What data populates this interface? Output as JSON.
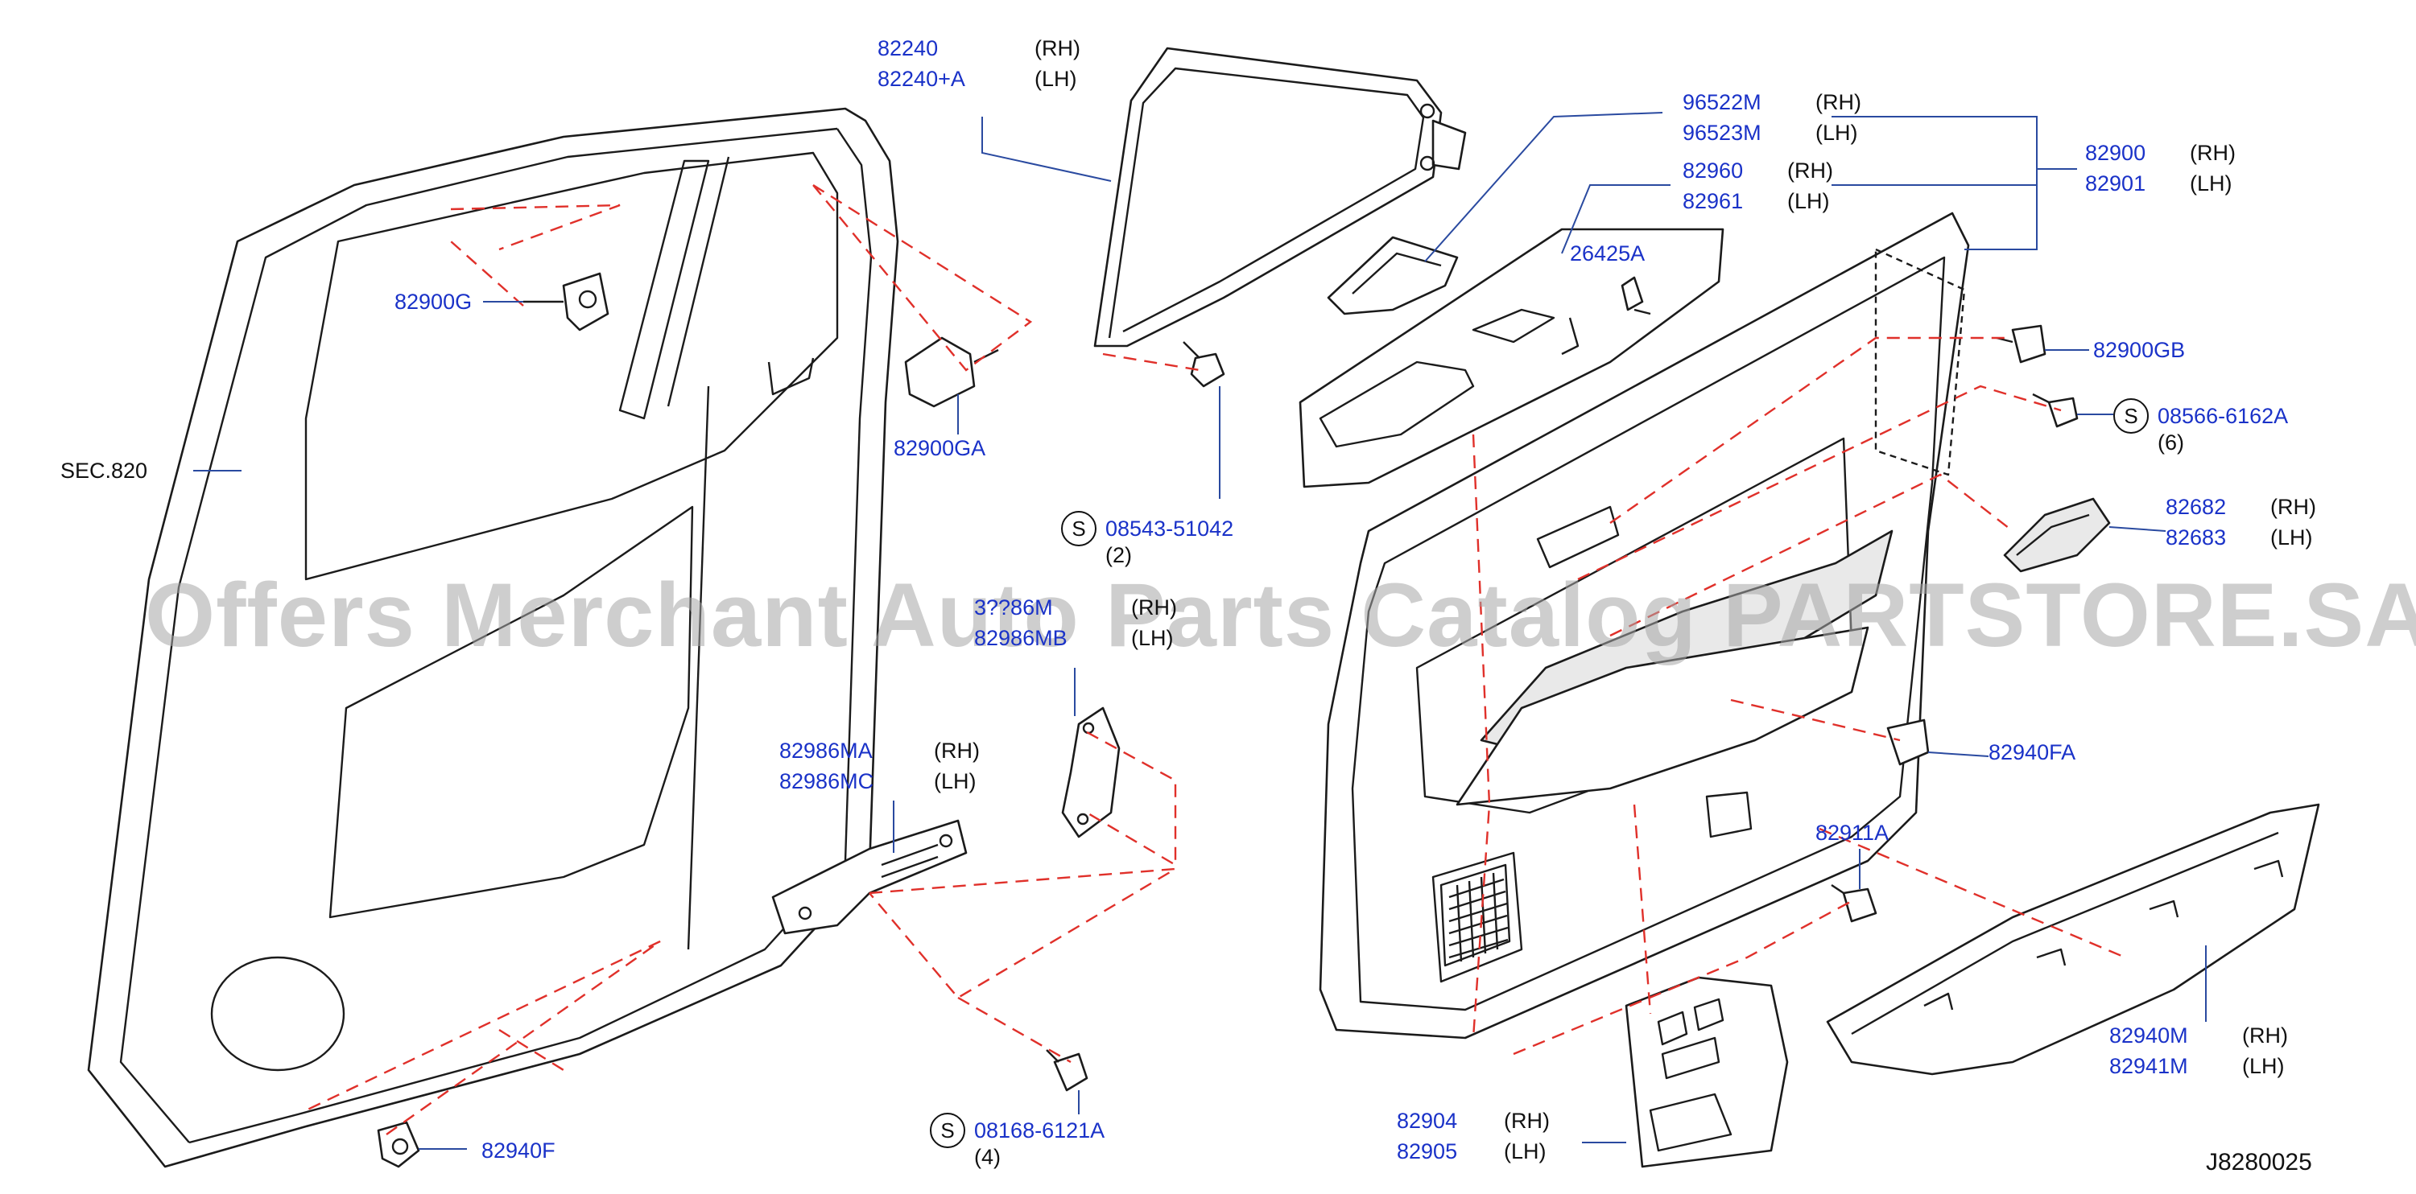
{
  "labels": {
    "p82240": "82240",
    "p82240a": "82240+A",
    "p82240_rh": "(RH)",
    "p82240a_lh": "(LH)",
    "p96522m": "96522M",
    "p96522m_rh": "(RH)",
    "p96523m": "96523M",
    "p96523m_lh": "(LH)",
    "p82960": "82960",
    "p82960_rh": "(RH)",
    "p82961": "82961",
    "p82961_lh": "(LH)",
    "p82900": "82900",
    "p82900_rh": "(RH)",
    "p82901": "82901",
    "p82901_lh": "(LH)",
    "p26425a": "26425A",
    "p82900g": "82900G",
    "p82900ga": "82900GA",
    "p82900gb": "82900GB",
    "p08566": "08566-6162A",
    "p08566_qty": "(6)",
    "sec820": "SEC.820",
    "p08543": "08543-51042",
    "p08543_qty": "(2)",
    "p82682": "82682",
    "p82682_rh": "(RH)",
    "p82683": "82683",
    "p82683_lh": "(LH)",
    "p3xx6m_a": "3??86M",
    "p3xx6m_b": "82986MB",
    "p3xx6m_rh": "(RH)",
    "p3xx6m_lh": "(LH)",
    "p82986ma": "82986MA",
    "p82986ma_rh": "(RH)",
    "p82986mc": "82986MC",
    "p82986mc_lh": "(LH)",
    "p82940fa": "82940FA",
    "p82911a": "82911A",
    "p82940m": "82940M",
    "p82940m_rh": "(RH)",
    "p82941m": "82941M",
    "p82941m_lh": "(LH)",
    "p82940f": "82940F",
    "p08168": "08168-6121A",
    "p08168_qty": "(4)",
    "p82904": "82904",
    "p82904_rh": "(RH)",
    "p82905": "82905",
    "p82905_lh": "(LH)",
    "code": "J8280025",
    "s_mark": "S"
  },
  "watermark": "Offers Merchant Auto Parts Catalog PARTSTORE.SA",
  "colors": {
    "part_number": "#1a32c8",
    "dashed_guide": "#e0302a",
    "line": "#1b1b1b",
    "leader": "#2a4aa0"
  }
}
